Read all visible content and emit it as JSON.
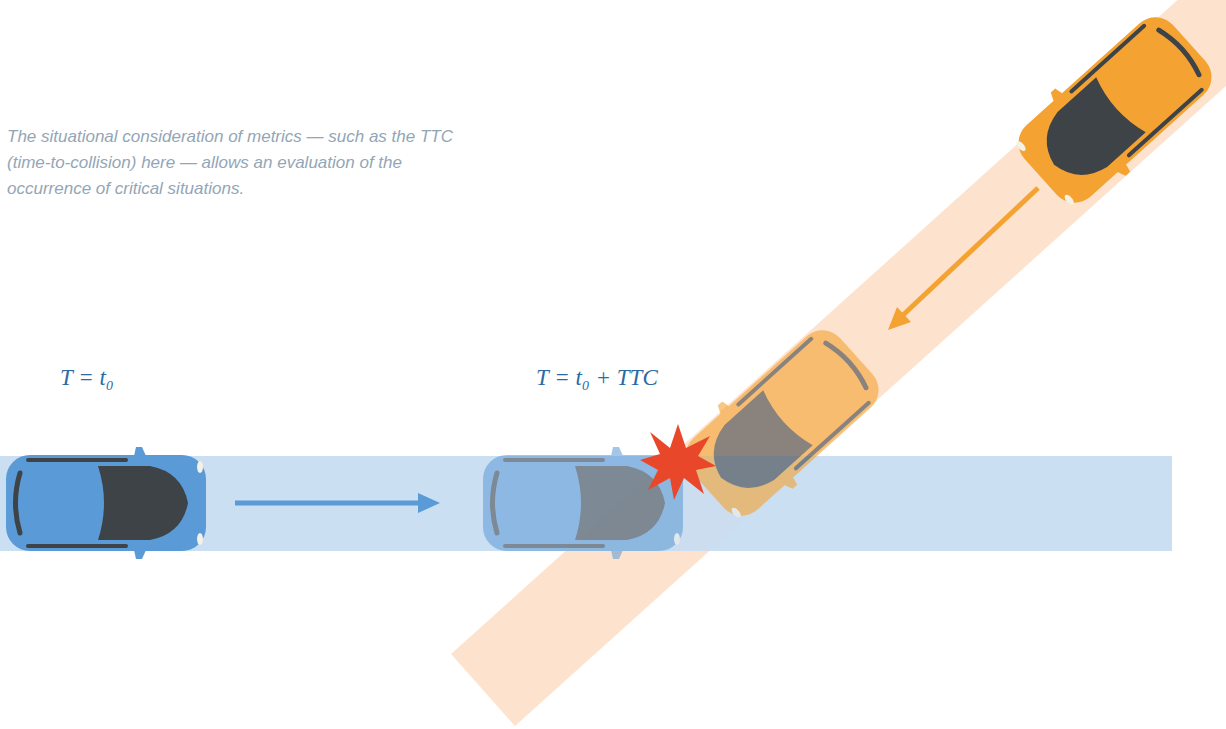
{
  "diagram": {
    "caption": "The situational consideration of metrics — such as the TTC (time-to-collision) here — allows an evaluation of the occurrence of critical situations.",
    "labels": [
      "T = t₀",
      "T = t₀ + TTC"
    ]
  }
}
